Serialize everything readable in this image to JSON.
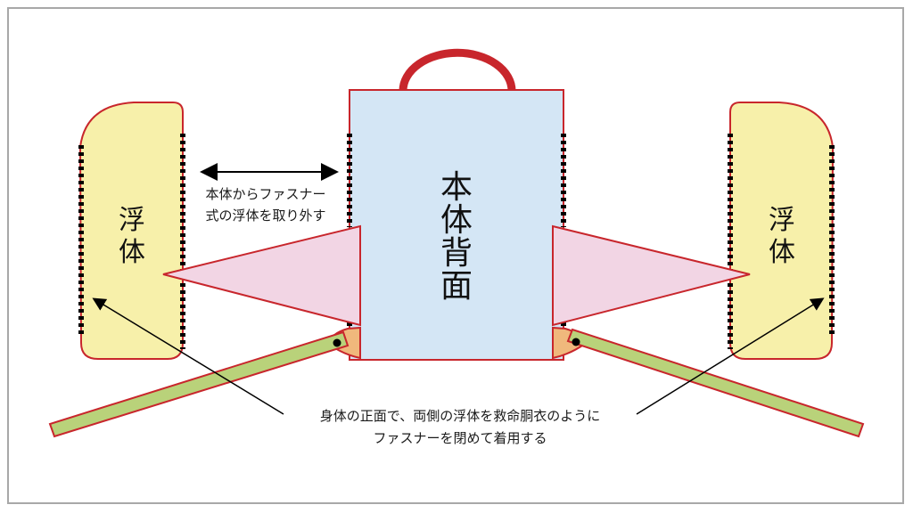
{
  "diagram": {
    "colors": {
      "outline": "#c8262c",
      "float_fill": "#f7f0aa",
      "body_fill": "#d4e6f5",
      "triangle_fill": "#f2d5e4",
      "strap_fill": "#b9d27a",
      "buckle_fill": "#f0b87c",
      "frame_border": "#a8a8a8",
      "arrow": "#000000"
    },
    "left_float": {
      "label": "浮体"
    },
    "right_float": {
      "label": "浮体"
    },
    "main_body": {
      "label": "本体背面"
    },
    "detach_annotation": {
      "line1": "本体からファスナー",
      "line2": "式の浮体を取り外す"
    },
    "wear_annotation": {
      "line1": "身体の正面で、両側の浮体を救命胴衣のように",
      "line2": "ファスナーを閉めて着用する"
    }
  }
}
